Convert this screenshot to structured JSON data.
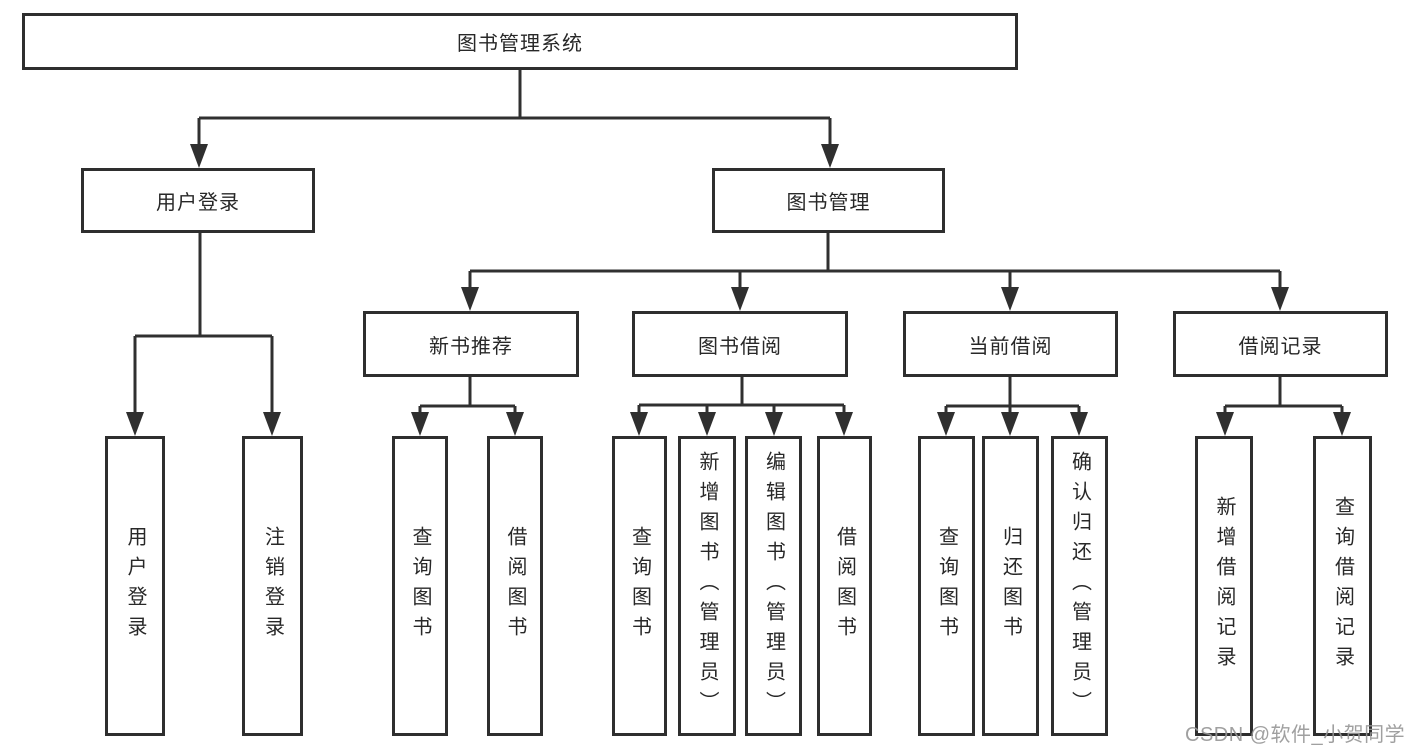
{
  "diagram": {
    "title": "图书管理系统",
    "colors": {
      "line": "#303030",
      "box_border": "#2e2e2e",
      "text": "#282828",
      "watermark": "#969696"
    },
    "nodes": {
      "root": "图书管理系统",
      "user_login": "用户登录",
      "book_mgmt": "图书管理",
      "new_books": "新书推荐",
      "book_borrow": "图书借阅",
      "current_borrow": "当前借阅",
      "borrow_records": "借阅记录",
      "leaf_login": "用户登录",
      "leaf_logout": "注销登录",
      "leaf_nb_query": "查询图书",
      "leaf_nb_borrow": "借阅图书",
      "leaf_bb_query": "查询图书",
      "leaf_bb_add": "新增图书（管理员）",
      "leaf_bb_edit": "编辑图书（管理员）",
      "leaf_bb_borrow": "借阅图书",
      "leaf_cb_query": "查询图书",
      "leaf_cb_return": "归还图书",
      "leaf_cb_confirm": "确认归还（管理员）",
      "leaf_br_add": "新增借阅记录",
      "leaf_br_query": "查询借阅记录"
    }
  },
  "watermark": "CSDN @软件_小贺同学"
}
